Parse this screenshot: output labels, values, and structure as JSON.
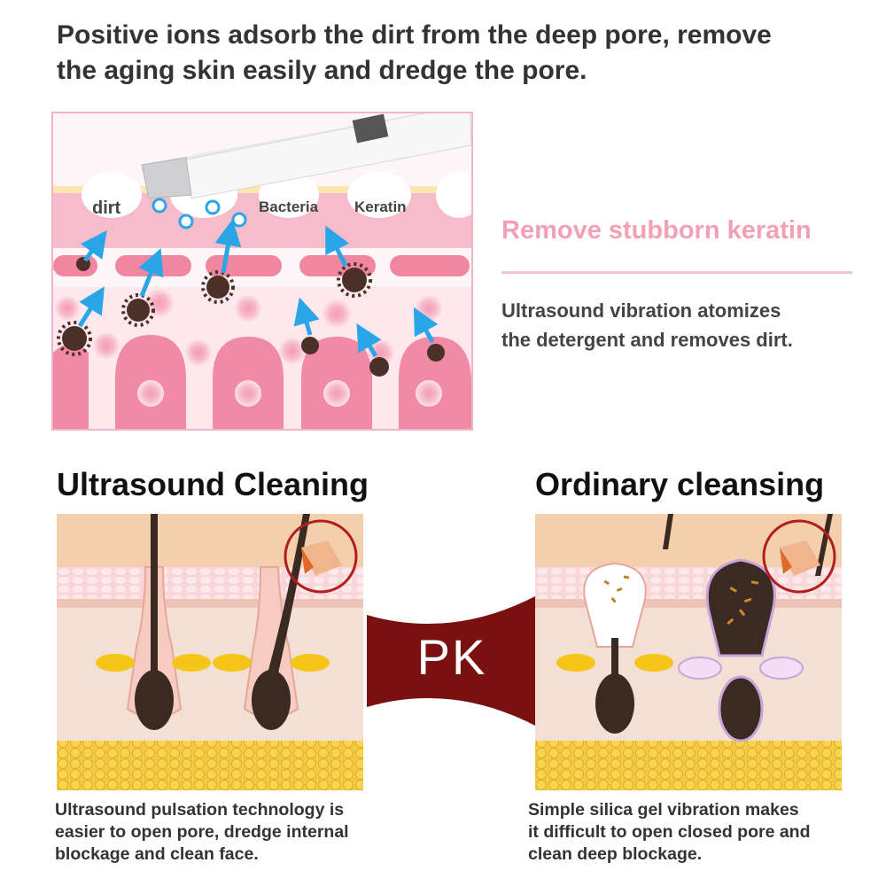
{
  "headline": {
    "lines": [
      "Positive ions adsorb the dirt from the deep pore, remove",
      "the aging skin easily and dredge the pore."
    ]
  },
  "diagram": {
    "labels": {
      "dirt": "dirt",
      "bacteria": "Bacteria",
      "keratin": "Keratin"
    }
  },
  "side": {
    "title": "Remove stubborn keratin",
    "text_lines": [
      "Ultrasound vibration atomizes",
      "the detergent and removes dirt."
    ]
  },
  "comparison": {
    "left": {
      "title": "Ultrasound Cleaning",
      "desc_lines": [
        "Ultrasound pulsation technology is",
        "easier to open pore, dredge internal",
        "blockage and clean face."
      ]
    },
    "vs_label": "PK",
    "right": {
      "title": "Ordinary cleansing",
      "desc_lines": [
        "Simple silica gel vibration makes",
        "it difficult to open closed pore and",
        "clean deep blockage."
      ]
    }
  },
  "colors": {
    "pink_accent": "#f2a0b6",
    "pk_banner": "#7a1010",
    "ion_blue": "#2aa5e8",
    "hair": "#3a2a22",
    "sebum": "#f5c518"
  }
}
